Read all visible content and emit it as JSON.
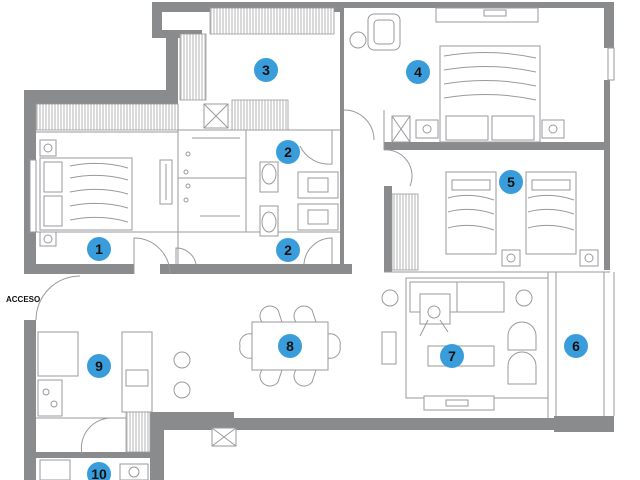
{
  "entrance_label": "ACCESO",
  "room_markers": [
    {
      "id": "1",
      "label": "1"
    },
    {
      "id": "2a",
      "label": "2"
    },
    {
      "id": "2b",
      "label": "2"
    },
    {
      "id": "3",
      "label": "3"
    },
    {
      "id": "4",
      "label": "4"
    },
    {
      "id": "5",
      "label": "5"
    },
    {
      "id": "6",
      "label": "6"
    },
    {
      "id": "7",
      "label": "7"
    },
    {
      "id": "8",
      "label": "8"
    },
    {
      "id": "9",
      "label": "9"
    },
    {
      "id": "10",
      "label": "10"
    }
  ],
  "colors": {
    "wall": "#8a8b8d",
    "marker": "#3a9ddb",
    "line": "#9a9a9c"
  }
}
